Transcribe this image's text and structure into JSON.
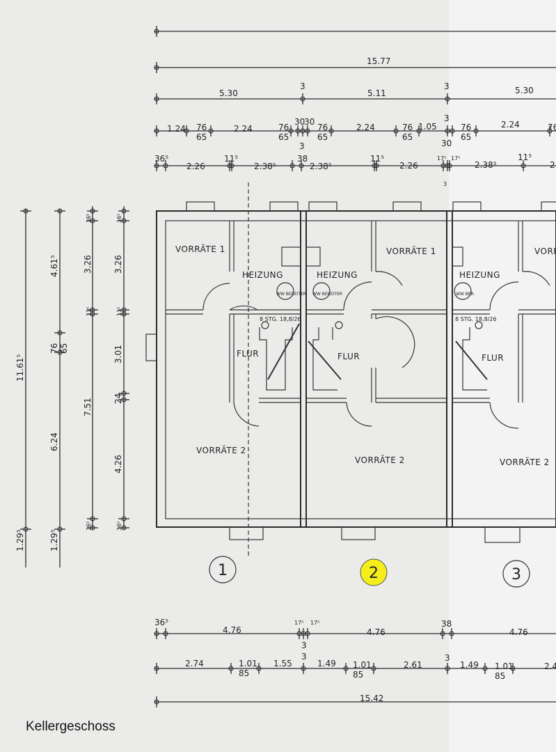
{
  "caption": "Kellergeschoss",
  "colors": {
    "paper": "#ebebea",
    "ink": "#2a2a2a",
    "highlight": "#f5ee1a"
  },
  "top_dimensions": {
    "row1": [
      "15.77"
    ],
    "row2": [
      "5.30",
      "3",
      "5.11",
      "3",
      "5.30"
    ],
    "row3": [
      "1.24",
      "76",
      "65",
      "2.24",
      "76",
      "65",
      "30",
      "30",
      "3",
      "76",
      "65",
      "2.24",
      "76",
      "65",
      "1.05",
      "3",
      "30",
      "76",
      "65",
      "2.24",
      "76"
    ],
    "row4": [
      "36⁵",
      "2.26",
      "11⁵",
      "2.38⁵",
      "38",
      "2.38⁵",
      "11⁵",
      "2.26",
      "17⁵",
      "17⁵",
      "3",
      "2.38⁵",
      "11⁵",
      "2"
    ]
  },
  "left_dimensions": {
    "col1": [
      "11.61⁵",
      "1.29⁵"
    ],
    "col2": [
      "4.61⁵",
      "76",
      "65",
      "6.24",
      "1.29⁵"
    ],
    "col3": [
      "36⁵",
      "3.26",
      "11⁵",
      "7.51",
      "36⁵"
    ],
    "col4": [
      "36⁵",
      "3.26",
      "11⁵",
      "3.01",
      "24",
      "4.26",
      "36⁵"
    ]
  },
  "bottom_dimensions": {
    "row1": [
      "36⁵",
      "4.76",
      "17⁵",
      "17⁵",
      "3",
      "4.76",
      "38",
      "4.76"
    ],
    "row2": [
      "2.74",
      "1.01",
      "85",
      "1.55",
      "3",
      "1.49",
      "1.01",
      "85",
      "2.61",
      "3",
      "1.49",
      "1.01",
      "85",
      "2.4"
    ],
    "row3": [
      "15.42"
    ]
  },
  "rooms": {
    "unit1": {
      "vorraete1": "VORRÄTE 1",
      "heizung": "HEIZUNG",
      "flur": "FLUR",
      "vorraete2": "VORRÄTE 2",
      "boiler": "WW BEREITER",
      "stair": "8 STG. 18,8/26"
    },
    "unit2": {
      "vorraete1": "VORRÄTE 1",
      "heizung": "HEIZUNG",
      "flur": "FLUR",
      "vorraete2": "VORRÄTE 2",
      "boiler": "WW BEREITER"
    },
    "unit3": {
      "vorraete1": "VORR",
      "heizung": "HEIZUNG",
      "flur": "FLUR",
      "vorraete2": "VORRÄTE 2",
      "boiler": "WW BER.",
      "stair": "8 STG. 18,8/26"
    }
  },
  "unit_numbers": [
    "1",
    "2",
    "3"
  ]
}
